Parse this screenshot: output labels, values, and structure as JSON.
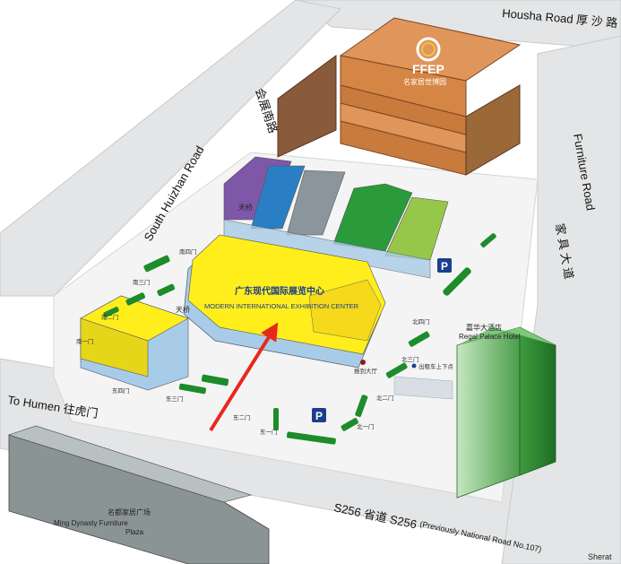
{
  "roads": {
    "housha": "Housha Road  厚 沙 路",
    "south_huizhan_cn": "会展南路",
    "south_huizhan_en": "South Huizhan Road",
    "furniture_en": "Furniture Road",
    "furniture_cn": "家 具 大 道",
    "to_humen": "To Humen  往虎门",
    "s256_cn": "S256 省道  S256",
    "s256_note": "(Previously National Road No.107)"
  },
  "buildings": {
    "ffep_logo_text": "FFEP",
    "ffep_subtext": "名家居世博园",
    "center_cn": "广东现代国际展览中心",
    "center_en": "MODERN INTERNATIONAL EXHIBITION CENTER",
    "regal_cn": "嘉华大酒店",
    "regal_en": "Regal Palace Hotel",
    "ming_dynasty_cn": "名都家居广场",
    "ming_dynasty_en_1": "Ming Dynasty Furniture",
    "ming_dynasty_en_2": "Plaza",
    "sheraton": "Sherat"
  },
  "labels": {
    "skybridge": "天桥",
    "hall": "报到大厅",
    "taxi": "出租车上下点",
    "parking": "P"
  },
  "gates": {
    "dong_yi": "东一门",
    "dong_er": "东二门",
    "dong_san": "东三门",
    "dong_si": "东四门",
    "nan_si": "南四门",
    "nan_san": "南三门",
    "nan_er": "南二门",
    "nan_yi": "南一门",
    "bei_yi": "北一门",
    "bei_er": "北二门",
    "bei_san": "北三门",
    "bei_si": "北四门"
  },
  "colors": {
    "road": "#e4e5e6",
    "ground": "#f7f7f7",
    "ffep_building": "#e0955a",
    "main_hall": "#ffee1c",
    "hall_base": "#a8cce8",
    "green_gate": "#1d8c2a",
    "arrow": "#e8281c",
    "hotel": "#3fa14a",
    "parking": "#1b3f8f"
  }
}
